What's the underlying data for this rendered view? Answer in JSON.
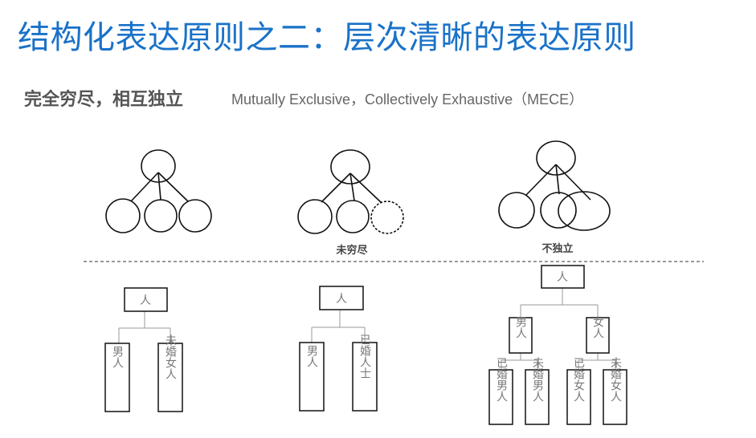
{
  "header": {
    "title": "结构化表达原则之二：层次清晰的表达原则",
    "subtitle": "完全穷尽，相互独立",
    "subtitle_en": "Mutually Exclusive，Collectively Exhaustive（MECE）"
  },
  "circles": {
    "label_not_exhaustive": "未穷尽",
    "label_not_exclusive": "不独立"
  },
  "trees": {
    "tree1": {
      "root": "人",
      "left": "男人",
      "right": "未婚女人"
    },
    "tree2": {
      "root": "人",
      "left": "男人",
      "right": "已婚人士"
    },
    "tree3": {
      "root": "人",
      "mid_left": "男人",
      "mid_right": "女人",
      "leaf1": "已婚男人",
      "leaf2": "未婚男人",
      "leaf3": "已婚女人",
      "leaf4": "未婚女人"
    }
  }
}
